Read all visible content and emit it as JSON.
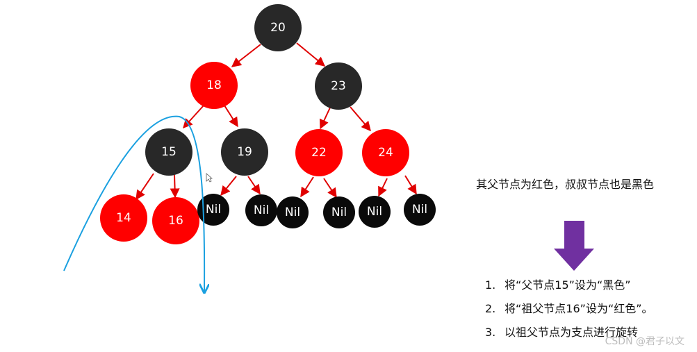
{
  "tree": {
    "root": {
      "label": "20",
      "color": "black"
    },
    "n18": {
      "label": "18",
      "color": "red"
    },
    "n23": {
      "label": "23",
      "color": "black"
    },
    "n15": {
      "label": "15",
      "color": "black"
    },
    "n19": {
      "label": "19",
      "color": "black"
    },
    "n22": {
      "label": "22",
      "color": "red"
    },
    "n24": {
      "label": "24",
      "color": "red"
    },
    "n14": {
      "label": "14",
      "color": "red"
    },
    "n16": {
      "label": "16",
      "color": "red"
    },
    "nil_label": "Nil"
  },
  "colors": {
    "red_node": "#ff0000",
    "black_node": "#282828",
    "nil_node": "#0a0a0a",
    "edge": "#e00000",
    "rotation_curve": "#1aa0e0",
    "down_arrow": "#7030a0"
  },
  "note": "其父节点为红色，叔叔节点也是黑色",
  "steps": [
    {
      "num": "1.",
      "text": "将“父节点15”设为“黑色”"
    },
    {
      "num": "2.",
      "text": "将“祖父节点16”设为“红色”。"
    },
    {
      "num": "3.",
      "text": "以祖父节点为支点进行旋转"
    }
  ],
  "watermark": "CSDN @君子以文"
}
